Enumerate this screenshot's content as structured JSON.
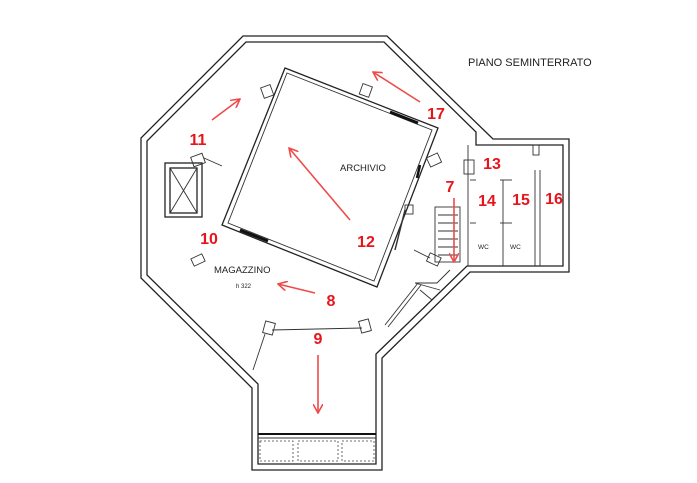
{
  "title": "PIANO SEMINTERRATO",
  "rooms": {
    "archivio": "ARCHIVIO",
    "magazzino": "MAGAZZINO",
    "magazzino_height": "h 322",
    "wc1": "WC",
    "wc2": "WC"
  },
  "markers": {
    "m7": "7",
    "m8": "8",
    "m9": "9",
    "m10": "10",
    "m11": "11",
    "m12": "12",
    "m13": "13",
    "m14": "14",
    "m15": "15",
    "m16": "16",
    "m17": "17"
  },
  "colors": {
    "marker": "#e8141c",
    "arrow": "#ef4a4a",
    "wall": "#222222"
  }
}
